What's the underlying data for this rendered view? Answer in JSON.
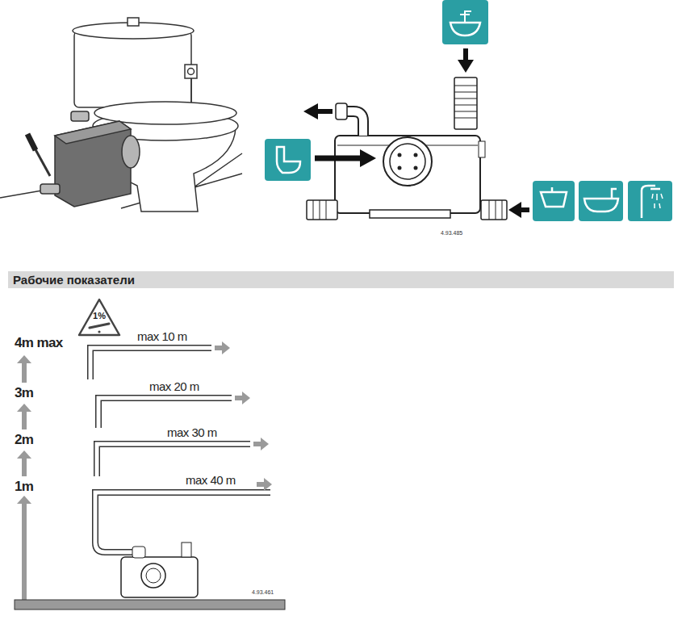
{
  "diagram": {
    "title": "Рабочие показатели",
    "nodes": [
      {
        "text": [
          "1%"
        ]
      }
    ],
    "labels": [
      "4m max",
      "3m",
      "2m",
      "1m",
      "max 10 m",
      "max 20 m",
      "max 30 m",
      "max 40 m",
      "4.93.485",
      "4.93.461"
    ]
  }
}
